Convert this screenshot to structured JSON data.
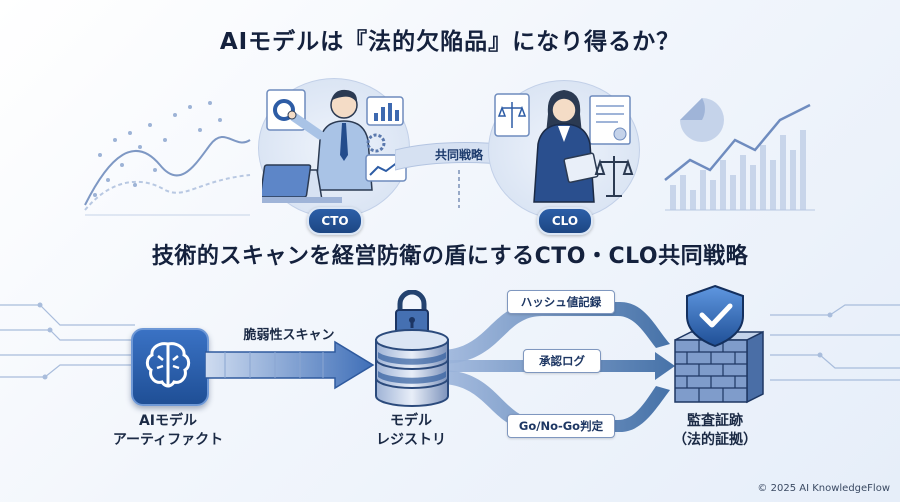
{
  "title": "AIモデルは『法的欠陥品』になり得るか？",
  "subtitle": "技術的スキャンを経営防衛の盾にするCTO・CLO共同戦略",
  "roles": {
    "cto_label": "CTO",
    "clo_label": "CLO",
    "joint_label": "共同戦略"
  },
  "flow": {
    "scan_label": "脆弱性スキャン",
    "artifact_line1": "AIモデル",
    "artifact_line2": "アーティファクト",
    "registry_line1": "モデル",
    "registry_line2": "レジストリ",
    "branches": [
      "ハッシュ値記録",
      "承認ログ",
      "Go/No-Go判定"
    ],
    "audit_line1": "監査証跡",
    "audit_line2": "（法的証拠）"
  },
  "footer": "© 2025 AI KnowledgeFlow",
  "colors": {
    "primary": "#2a5ba4",
    "dark": "#1c3e74",
    "accent": "#4a7cc9"
  }
}
